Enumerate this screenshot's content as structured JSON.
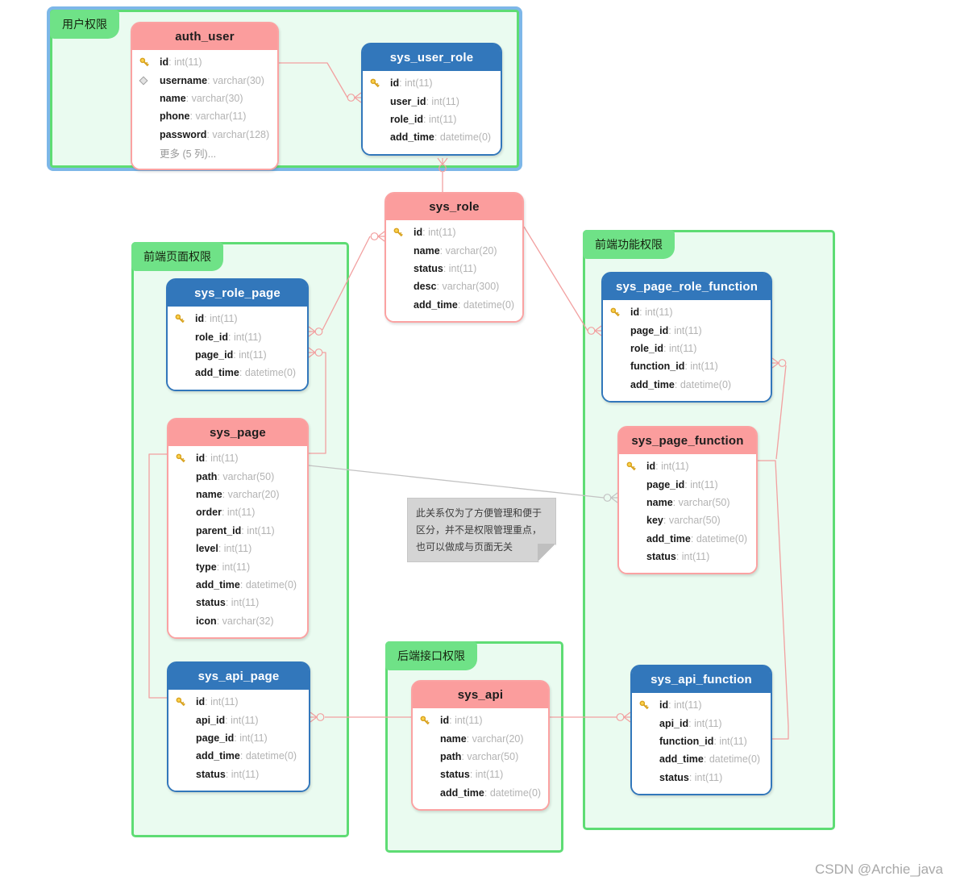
{
  "diagram": {
    "watermark": "CSDN @Archie_java",
    "note": {
      "text": "此关系仅为了方便管理和便于区分，并不是权限管理重点，也可以做成与页面无关"
    },
    "groups": [
      {
        "label": "用户权限",
        "selected": true
      },
      {
        "label": "前端页面权限",
        "selected": false
      },
      {
        "label": "前端功能权限",
        "selected": false
      },
      {
        "label": "后端接口权限",
        "selected": false
      }
    ],
    "colors": {
      "table_pink": "#fb9d9d",
      "table_blue": "#3277bb",
      "group_border_green": "#5edc74",
      "group_fill_green": "#eafbf0",
      "group_tab_green": "#6fe287",
      "selected_outline_blue": "#7db7e8",
      "line_pink": "#f2a0a0",
      "line_gray": "#c3c3c3",
      "note_gray": "#d4d4d4",
      "key_icon_gold": "#fcd24c"
    },
    "tables": [
      {
        "name": "auth_user",
        "style": "pink",
        "fields": [
          {
            "key": true,
            "name": "id",
            "type": "int(11)"
          },
          {
            "diamond": true,
            "name": "username",
            "type": "varchar(30)"
          },
          {
            "name": "name",
            "type": "varchar(30)"
          },
          {
            "name": "phone",
            "type": "varchar(11)"
          },
          {
            "name": "password",
            "type": "varchar(128)"
          },
          {
            "more": true,
            "name": "更多 (5 列)..."
          }
        ]
      },
      {
        "name": "sys_user_role",
        "style": "blue",
        "fields": [
          {
            "key": true,
            "name": "id",
            "type": "int(11)"
          },
          {
            "name": "user_id",
            "type": "int(11)"
          },
          {
            "name": "role_id",
            "type": "int(11)"
          },
          {
            "name": "add_time",
            "type": "datetime(0)"
          }
        ]
      },
      {
        "name": "sys_role",
        "style": "pink",
        "fields": [
          {
            "key": true,
            "name": "id",
            "type": "int(11)"
          },
          {
            "name": "name",
            "type": "varchar(20)"
          },
          {
            "name": "status",
            "type": "int(11)"
          },
          {
            "name": "desc",
            "type": "varchar(300)"
          },
          {
            "name": "add_time",
            "type": "datetime(0)"
          }
        ]
      },
      {
        "name": "sys_role_page",
        "style": "blue",
        "fields": [
          {
            "key": true,
            "name": "id",
            "type": "int(11)"
          },
          {
            "name": "role_id",
            "type": "int(11)"
          },
          {
            "name": "page_id",
            "type": "int(11)"
          },
          {
            "name": "add_time",
            "type": "datetime(0)"
          }
        ]
      },
      {
        "name": "sys_page",
        "style": "pink",
        "fields": [
          {
            "key": true,
            "name": "id",
            "type": "int(11)"
          },
          {
            "name": "path",
            "type": "varchar(50)"
          },
          {
            "name": "name",
            "type": "varchar(20)"
          },
          {
            "name": "order",
            "type": "int(11)"
          },
          {
            "name": "parent_id",
            "type": "int(11)"
          },
          {
            "name": "level",
            "type": "int(11)"
          },
          {
            "name": "type",
            "type": "int(11)"
          },
          {
            "name": "add_time",
            "type": "datetime(0)"
          },
          {
            "name": "status",
            "type": "int(11)"
          },
          {
            "name": "icon",
            "type": "varchar(32)"
          }
        ]
      },
      {
        "name": "sys_api_page",
        "style": "blue",
        "fields": [
          {
            "key": true,
            "name": "id",
            "type": "int(11)"
          },
          {
            "name": "api_id",
            "type": "int(11)"
          },
          {
            "name": "page_id",
            "type": "int(11)"
          },
          {
            "name": "add_time",
            "type": "datetime(0)"
          },
          {
            "name": "status",
            "type": "int(11)"
          }
        ]
      },
      {
        "name": "sys_page_role_function",
        "style": "blue",
        "fields": [
          {
            "key": true,
            "name": "id",
            "type": "int(11)"
          },
          {
            "name": "page_id",
            "type": "int(11)"
          },
          {
            "name": "role_id",
            "type": "int(11)"
          },
          {
            "name": "function_id",
            "type": "int(11)"
          },
          {
            "name": "add_time",
            "type": "datetime(0)"
          }
        ]
      },
      {
        "name": "sys_page_function",
        "style": "pink",
        "fields": [
          {
            "key": true,
            "name": "id",
            "type": "int(11)"
          },
          {
            "name": "page_id",
            "type": "int(11)"
          },
          {
            "name": "name",
            "type": "varchar(50)"
          },
          {
            "name": "key",
            "type": "varchar(50)"
          },
          {
            "name": "add_time",
            "type": "datetime(0)"
          },
          {
            "name": "status",
            "type": "int(11)"
          }
        ]
      },
      {
        "name": "sys_api_function",
        "style": "blue",
        "fields": [
          {
            "key": true,
            "name": "id",
            "type": "int(11)"
          },
          {
            "name": "api_id",
            "type": "int(11)"
          },
          {
            "name": "function_id",
            "type": "int(11)"
          },
          {
            "name": "add_time",
            "type": "datetime(0)"
          },
          {
            "name": "status",
            "type": "int(11)"
          }
        ]
      },
      {
        "name": "sys_api",
        "style": "pink",
        "fields": [
          {
            "key": true,
            "name": "id",
            "type": "int(11)"
          },
          {
            "name": "name",
            "type": "varchar(20)"
          },
          {
            "name": "path",
            "type": "varchar(50)"
          },
          {
            "name": "status",
            "type": "int(11)"
          },
          {
            "name": "add_time",
            "type": "datetime(0)"
          }
        ]
      }
    ]
  }
}
